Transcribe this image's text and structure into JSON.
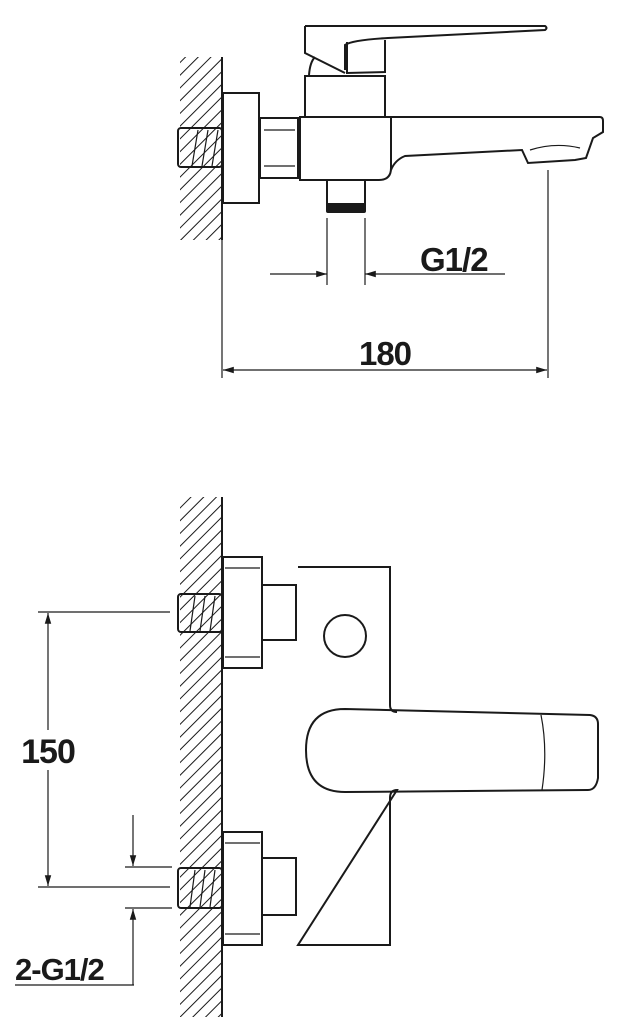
{
  "top_view": {
    "outlet_thread_label": "G1/2",
    "width_dimension": "180"
  },
  "front_view": {
    "inlet_spacing_dimension": "150",
    "inlet_thread_label": "2-G1/2"
  },
  "colors": {
    "line": "#1a1a1a",
    "background": "#ffffff"
  }
}
